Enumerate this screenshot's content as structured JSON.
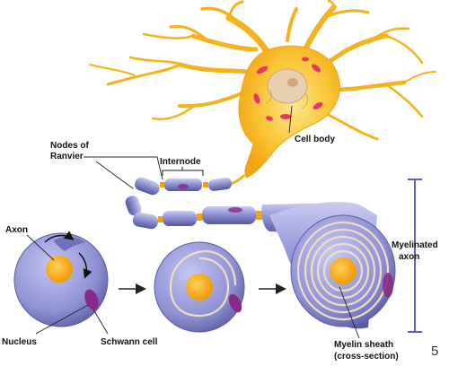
{
  "labels": {
    "nodes_of_ranvier_line1": "Nodes of",
    "nodes_of_ranvier_line2": "Ranvier",
    "internode": "Internode",
    "cell_body": "Cell body",
    "axon": "Axon",
    "nucleus": "Nucleus",
    "schwann_cell": "Schwann cell",
    "myelinated_axon_line1": "Myelinated",
    "myelinated_axon_line2": "axon",
    "myelin_sheath_line1": "Myelin sheath",
    "myelin_sheath_line2": "(cross-section)"
  },
  "page_number": "5",
  "colors": {
    "neuron": "#f7b71d",
    "neuron_highlight": "#fde58a",
    "nucleus": "#e8c9a4",
    "nissl": "#e8356a",
    "myelin": "#7d80c8",
    "myelin_light": "#b7b9e8",
    "myelin_dark": "#4f5296",
    "axon_core": "#f5a300",
    "schwann_nucleus": "#8a2a86",
    "bracket": "#5f63a8"
  }
}
